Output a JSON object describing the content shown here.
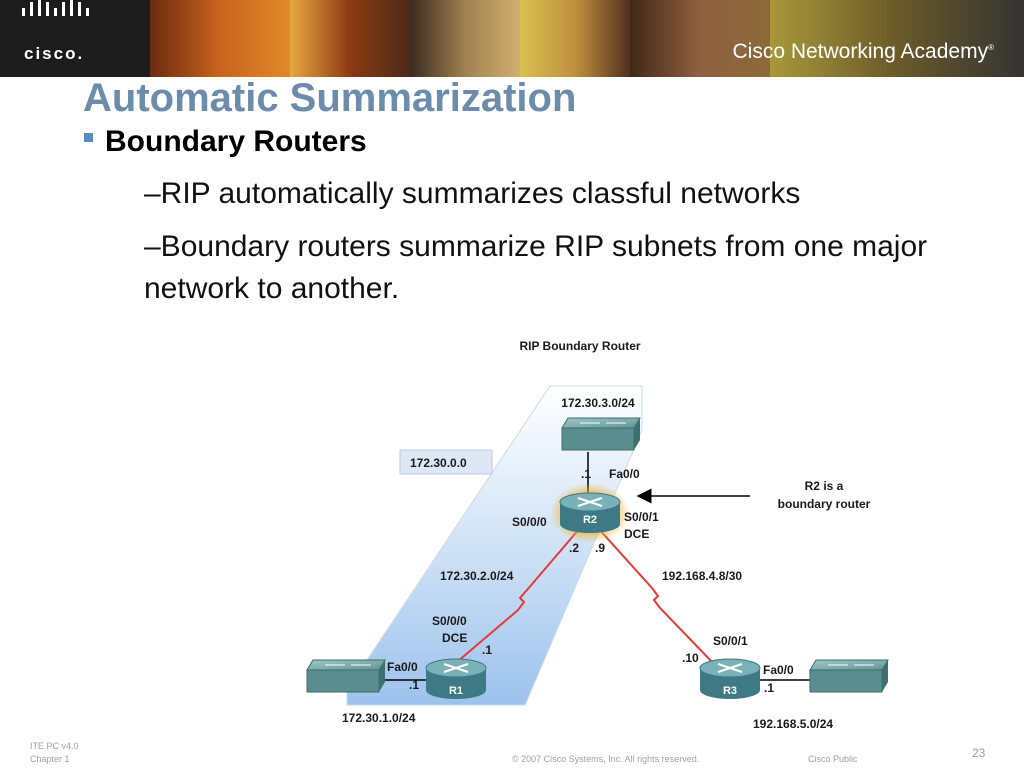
{
  "header": {
    "logo_text": "cisco.",
    "academy_label": "Cisco Networking Academy",
    "academy_mark": "®"
  },
  "slide": {
    "title": "Automatic Summarization",
    "bullet": "Boundary Routers",
    "sub_items": [
      "–RIP automatically summarizes classful networks",
      "–Boundary routers summarize RIP subnets from one major network to another."
    ]
  },
  "diagram": {
    "title": "RIP Boundary Router",
    "summary_network": "172.30.0.0",
    "networks": {
      "top_lan": "172.30.3.0/24",
      "left_lan": "172.30.1.0/24",
      "right_lan": "192.168.5.0/24",
      "r1_r2_link": "172.30.2.0/24",
      "r2_r3_link": "192.168.4.8/30"
    },
    "routers": {
      "r1": "R1",
      "r2": "R2",
      "r3": "R3"
    },
    "interfaces": {
      "r2_fa": "Fa0/0",
      "r2_fa_host": ".1",
      "r2_s000": "S0/0/0",
      "r2_s001": "S0/0/1",
      "r2_dce": "DCE",
      "r2_s000_host": ".2",
      "r2_s001_host": ".9",
      "r1_s000": "S0/0/0",
      "r1_dce": "DCE",
      "r1_s000_host": ".1",
      "r1_fa": "Fa0/0",
      "r1_fa_host": ".1",
      "r3_s001": "S0/0/1",
      "r3_s001_host": ".10",
      "r3_fa": "Fa0/0",
      "r3_fa_host": ".1"
    },
    "callout": {
      "line1": "R2 is a",
      "line2": "boundary router"
    }
  },
  "footer": {
    "course": "ITE PC v4.0",
    "chapter": "Chapter 1",
    "copyright": "© 2007 Cisco Systems, Inc. All rights reserved.",
    "classification": "Cisco Public",
    "page": "23"
  },
  "colors": {
    "title": "#6d8cab",
    "bullet": "#5b8bbd",
    "serial_link": "#e33b3b",
    "summary_area": "#9cc2ec"
  }
}
